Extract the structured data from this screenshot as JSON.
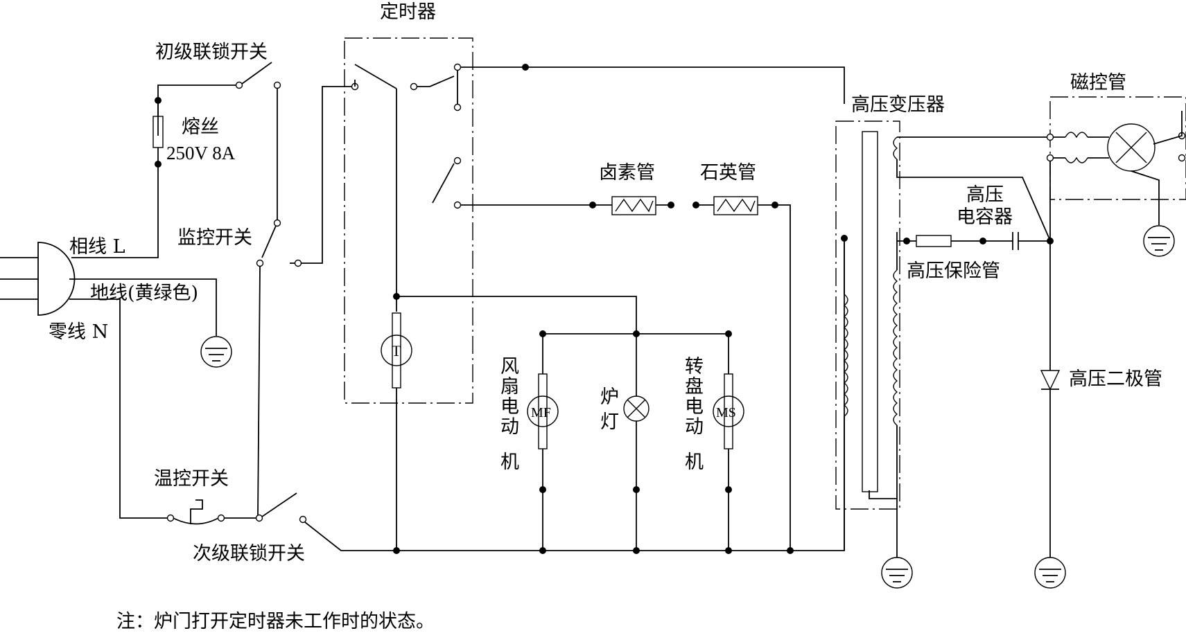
{
  "labels": {
    "timer": "定时器",
    "primary_interlock": "初级联锁开关",
    "fuse": "熔丝",
    "fuse_rating": "250V 8A",
    "live": "相线 L",
    "ground": "地线(黄绿色)",
    "neutral": "零线 N",
    "monitor_switch": "监控开关",
    "thermostat": "温控开关",
    "secondary_interlock": "次级联锁开关",
    "halogen": "卤素管",
    "quartz": "石英管",
    "fan_motor": [
      "风",
      "扇",
      "电",
      "动",
      "机"
    ],
    "lamp": [
      "炉",
      "灯"
    ],
    "turntable_motor": [
      "转",
      "盘",
      "电",
      "动",
      "机"
    ],
    "hv_transformer": "高压变压器",
    "magnetron": "磁控管",
    "hv_capacitor_1": "高压",
    "hv_capacitor_2": "电容器",
    "hv_fuse": "高压保险管",
    "hv_diode": "高压二极管",
    "timer_motor_symbol": "T",
    "fan_motor_symbol": "MF",
    "turntable_motor_symbol": "MS"
  },
  "note": "注：炉门打开定时器未工作时的状态。"
}
